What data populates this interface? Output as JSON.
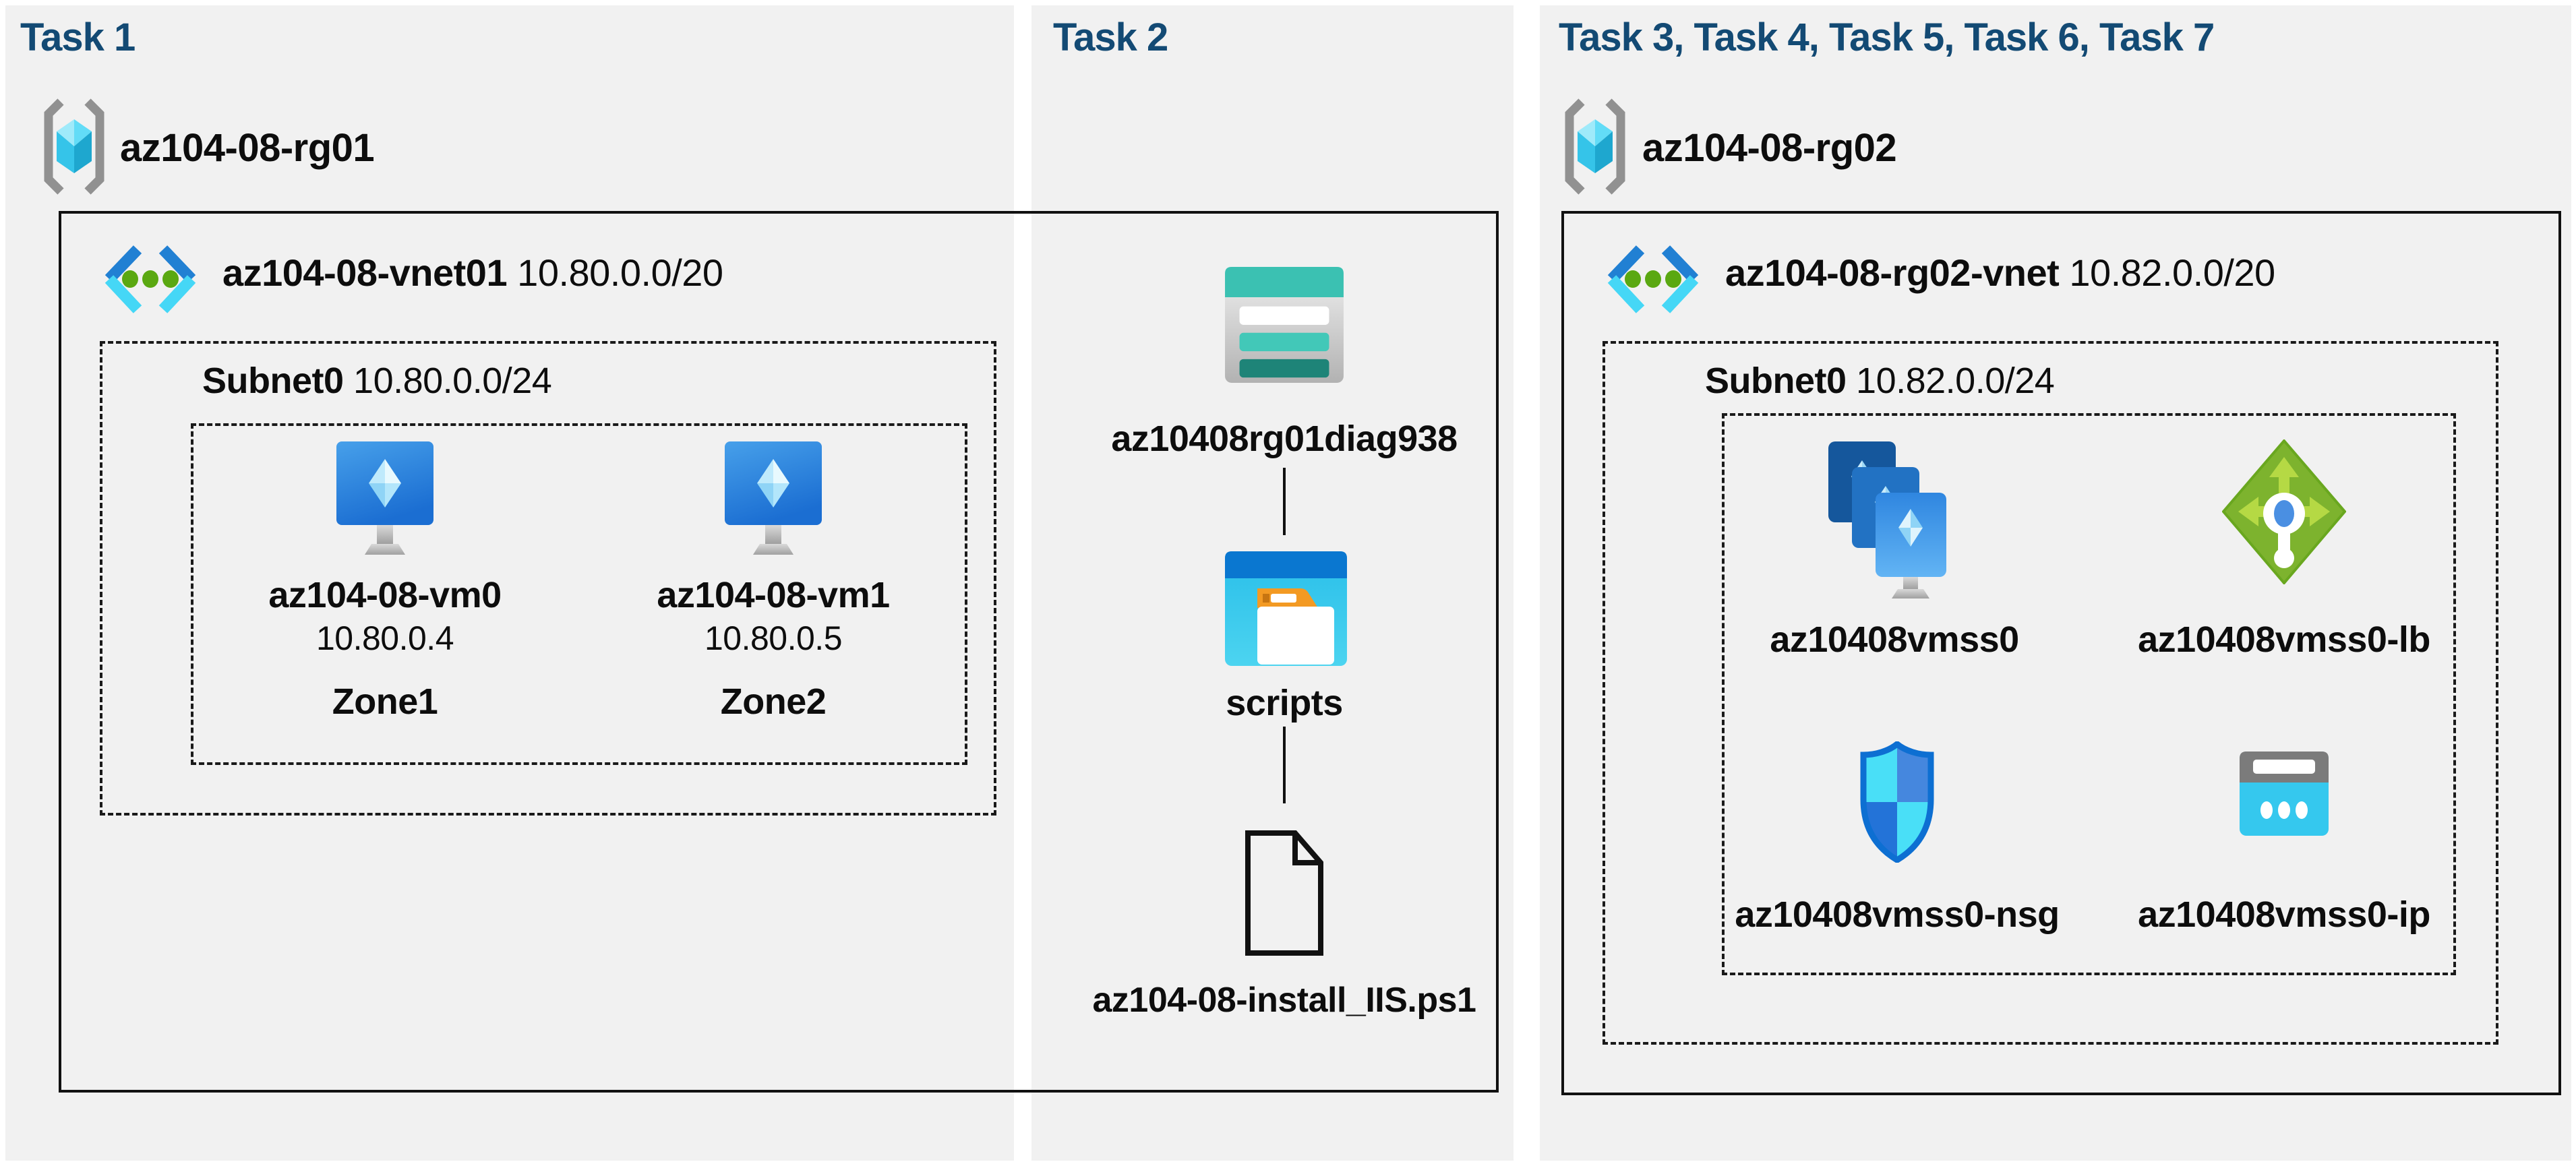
{
  "colors": {
    "title": "#134a74",
    "panel": "#f1f1f1",
    "outline": "#111111",
    "vnet_blue": "#2180d3",
    "vnet_cyan": "#45d7f6",
    "storage_teal": "#3bc1b2",
    "folder_blue": "#0a77d0",
    "lb_green": "#7db32e",
    "nsg_blue": "#0d6fd2",
    "ip_cyan": "#35c8ee"
  },
  "task1": {
    "title": "Task 1",
    "rg_icon": "resource-group-icon",
    "rg_name": "az104-08-rg01",
    "vnet_icon": "virtual-network-icon",
    "vnet_name": "az104-08-vnet01",
    "vnet_cidr": "10.80.0.0/20",
    "subnet_name": "Subnet0",
    "subnet_cidr": "10.80.0.0/24",
    "vms": [
      {
        "icon": "virtual-machine-icon",
        "name": "az104-08-vm0",
        "ip": "10.80.0.4",
        "zone": "Zone1"
      },
      {
        "icon": "virtual-machine-icon",
        "name": "az104-08-vm1",
        "ip": "10.80.0.5",
        "zone": "Zone2"
      }
    ]
  },
  "task2": {
    "title": "Task 2",
    "storage_icon": "storage-account-icon",
    "storage_name": "az10408rg01diag938",
    "folder_icon": "file-share-folder-icon",
    "folder_name": "scripts",
    "file_icon": "script-file-icon",
    "file_name": "az104-08-install_IIS.ps1"
  },
  "task3": {
    "title": "Task 3, Task 4, Task 5, Task 6, Task 7",
    "rg_icon": "resource-group-icon",
    "rg_name": "az104-08-rg02",
    "vnet_icon": "virtual-network-icon",
    "vnet_name": "az104-08-rg02-vnet",
    "vnet_cidr": "10.82.0.0/20",
    "subnet_name": "Subnet0",
    "subnet_cidr": "10.82.0.0/24",
    "resources": [
      {
        "icon": "vm-scale-set-icon",
        "name": "az10408vmss0"
      },
      {
        "icon": "load-balancer-icon",
        "name": "az10408vmss0-lb"
      },
      {
        "icon": "network-security-group-icon",
        "name": "az10408vmss0-nsg"
      },
      {
        "icon": "public-ip-icon",
        "name": "az10408vmss0-ip"
      }
    ]
  }
}
